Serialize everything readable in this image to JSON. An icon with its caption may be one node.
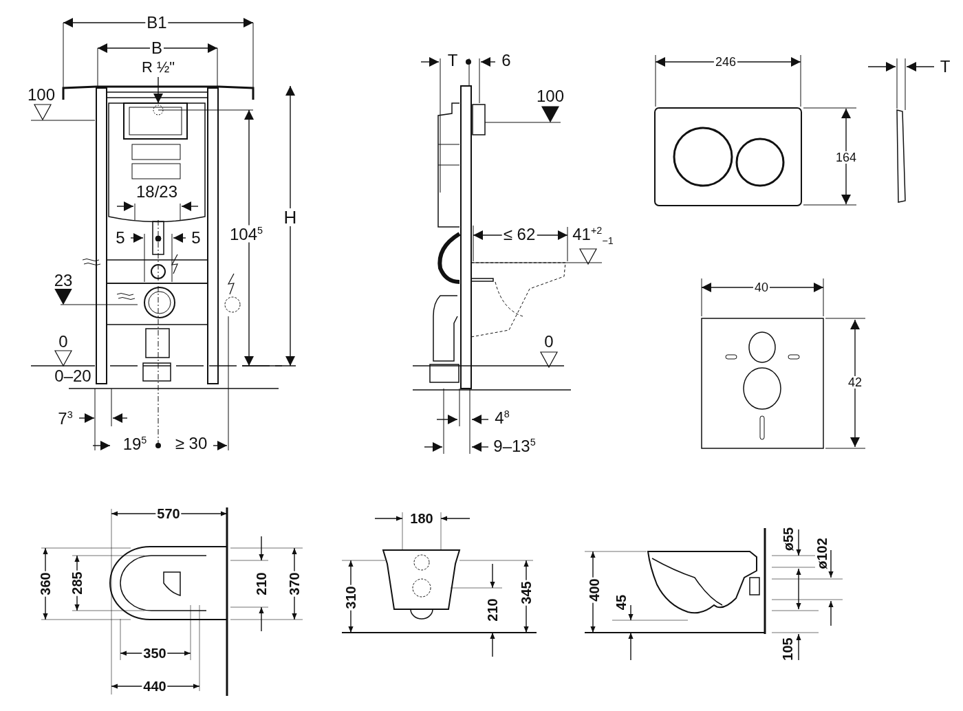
{
  "diagram": {
    "labels": [
      "B1",
      "B",
      "R ½\"",
      "100",
      "18/23",
      "5",
      "5",
      "H",
      "104$^{5}$",
      "23",
      "0",
      "0–20",
      "7$^{3}$",
      "19$^{5}$",
      "≥ 30",
      "T",
      "6",
      "100",
      "≤ 62",
      "41$^{+2}$$_{−1}$",
      "0",
      "4$^{8}$",
      "9–13$^{5}$",
      "246",
      "T",
      "164",
      "40",
      "42",
      "570",
      "360",
      "285",
      "210",
      "370",
      "350",
      "440",
      "180",
      "310",
      "210",
      "345",
      "ø55",
      "ø102",
      "400",
      "45",
      "105"
    ]
  }
}
